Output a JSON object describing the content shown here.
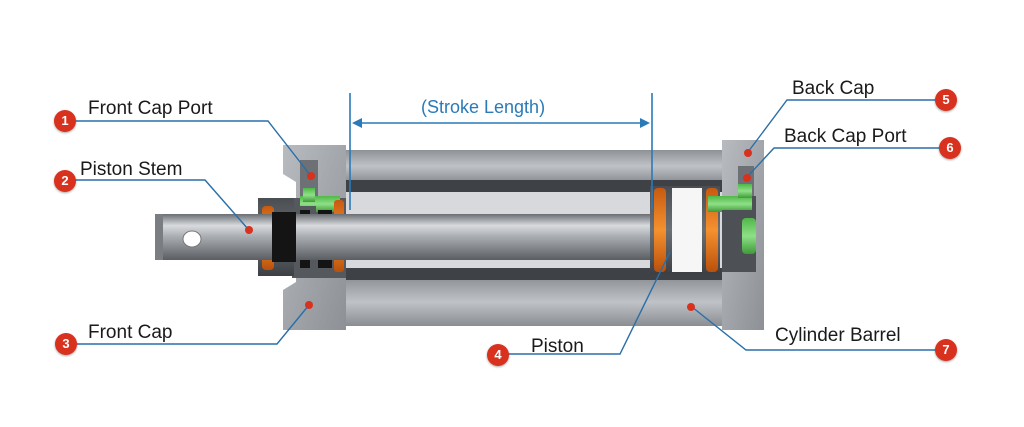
{
  "diagram": {
    "stroke_label": "(Stroke Length)",
    "callouts": [
      {
        "number": "1",
        "label": "Front Cap Port"
      },
      {
        "number": "2",
        "label": "Piston Stem"
      },
      {
        "number": "3",
        "label": "Front Cap"
      },
      {
        "number": "4",
        "label": "Piston"
      },
      {
        "number": "5",
        "label": "Back Cap"
      },
      {
        "number": "6",
        "label": "Back Cap Port"
      },
      {
        "number": "7",
        "label": "Cylinder Barrel"
      }
    ]
  },
  "colors": {
    "accent": "#d8311e",
    "stroke_line": "#2a7ab8",
    "leader_line": "#2a6fa8",
    "seal_orange": "#e8741c",
    "port_green": "#6ccf63"
  }
}
